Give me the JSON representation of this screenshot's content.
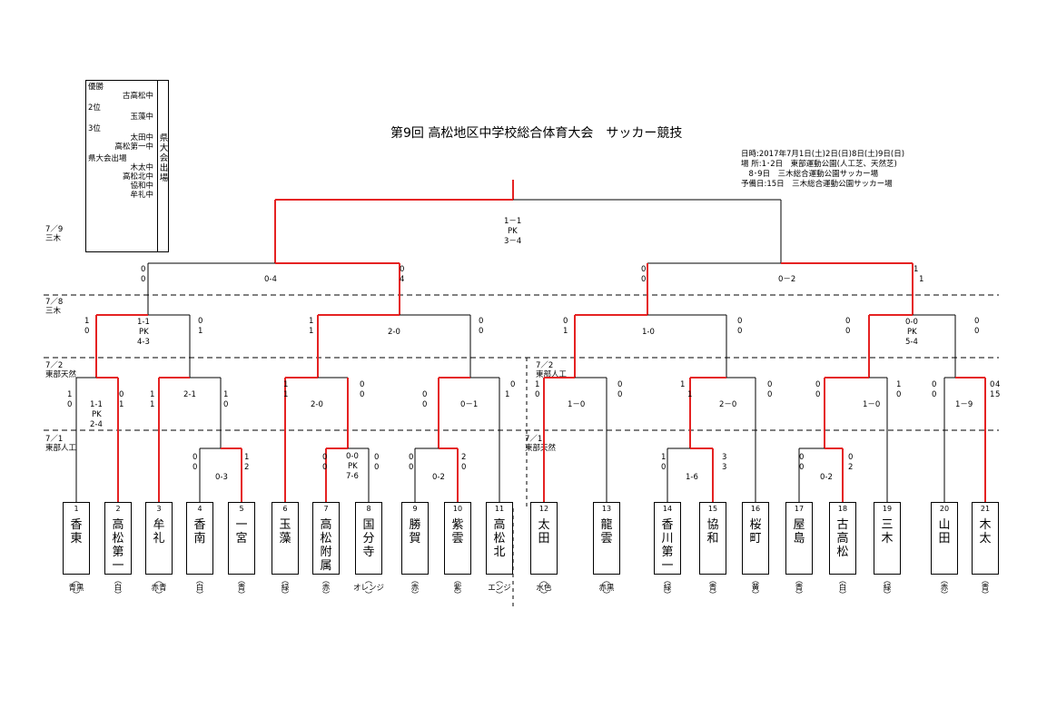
{
  "title": "第9回 高松地区中学校総合体育大会　サッカー競技",
  "info": [
    "日時:2017年7月1日(土)2日(日)8日(土)9日(日)",
    "場 所:1･2日　東部運動公園(人工芝、天然芝)",
    "　8･9日　三木総合運動公園サッカー場",
    "予備日:15日　三木総合運動公園サッカー場"
  ],
  "legend": {
    "items": [
      {
        "t": "h",
        "text": "優勝"
      },
      {
        "t": "i",
        "text": "古高松中"
      },
      {
        "t": "h",
        "text": "2位"
      },
      {
        "t": "i",
        "text": "玉藻中"
      },
      {
        "t": "h",
        "text": "3位"
      },
      {
        "t": "i",
        "text": "太田中"
      },
      {
        "t": "i",
        "text": "高松第一中"
      },
      {
        "t": "h",
        "text": "県大会出場"
      },
      {
        "t": "i",
        "text": "木太中"
      },
      {
        "t": "i",
        "text": "高松北中"
      },
      {
        "t": "i",
        "text": "協和中"
      },
      {
        "t": "i",
        "text": "牟礼中"
      }
    ],
    "vertical": "県大会出場"
  },
  "dates": [
    {
      "id": "d1",
      "lines": [
        "7／9",
        "三木"
      ]
    },
    {
      "id": "d2",
      "lines": [
        "7／8",
        "三木"
      ]
    },
    {
      "id": "d3",
      "lines": [
        "7／2",
        "東部天然"
      ]
    },
    {
      "id": "d4",
      "lines": [
        "7／2",
        "東部人工"
      ]
    },
    {
      "id": "d5",
      "lines": [
        "7／1",
        "東部人工"
      ]
    },
    {
      "id": "d6",
      "lines": [
        "7／1",
        "東部天然"
      ]
    }
  ],
  "teams": [
    {
      "num": "1",
      "name": "香東",
      "color": "青黒"
    },
    {
      "num": "2",
      "name": "高松第一",
      "color": "白"
    },
    {
      "num": "3",
      "name": "牟礼",
      "color": "赤青"
    },
    {
      "num": "4",
      "name": "香南",
      "color": "白"
    },
    {
      "num": "5",
      "name": "一宮",
      "color": "青"
    },
    {
      "num": "6",
      "name": "玉藻",
      "color": "緑"
    },
    {
      "num": "7",
      "name": "高松附属",
      "color": "赤"
    },
    {
      "num": "8",
      "name": "国分寺",
      "color": "オレンジ"
    },
    {
      "num": "9",
      "name": "勝賀",
      "color": "赤"
    },
    {
      "num": "10",
      "name": "紫雲",
      "color": "紫"
    },
    {
      "num": "11",
      "name": "高松北",
      "color": "エンジ"
    },
    {
      "num": "12",
      "name": "太田",
      "color": "水色"
    },
    {
      "num": "13",
      "name": "龍雲",
      "color": "赤黒"
    },
    {
      "num": "14",
      "name": "香川第一",
      "color": "緑"
    },
    {
      "num": "15",
      "name": "協和",
      "color": "青"
    },
    {
      "num": "16",
      "name": "桜町",
      "color": "黄"
    },
    {
      "num": "17",
      "name": "屋島",
      "color": "青"
    },
    {
      "num": "18",
      "name": "古高松",
      "color": "白"
    },
    {
      "num": "19",
      "name": "三木",
      "color": "緑"
    },
    {
      "num": "20",
      "name": "山田",
      "color": "赤"
    },
    {
      "num": "21",
      "name": "木太",
      "color": "青"
    }
  ],
  "scores": [
    {
      "id": "f",
      "text": "1－1"
    },
    {
      "id": "fpk",
      "text": "PK"
    },
    {
      "id": "fpks",
      "text": "3－4"
    },
    {
      "id": "s1",
      "text": "0-4"
    },
    {
      "id": "s2",
      "text": "0－2"
    },
    {
      "id": "q1",
      "text": "1-1"
    },
    {
      "id": "q1pk",
      "text": "PK"
    },
    {
      "id": "q1pks",
      "text": "4-3"
    },
    {
      "id": "q2",
      "text": "2-0"
    },
    {
      "id": "q3",
      "text": "1-0"
    },
    {
      "id": "q4",
      "text": "0-0"
    },
    {
      "id": "q4pk",
      "text": "PK"
    },
    {
      "id": "q4pks",
      "text": "5-4"
    },
    {
      "id": "r1",
      "text": "1-1"
    },
    {
      "id": "r1pk",
      "text": "PK"
    },
    {
      "id": "r1pks",
      "text": "2-4"
    },
    {
      "id": "r2",
      "text": "2-1"
    },
    {
      "id": "r3",
      "text": "2-0"
    },
    {
      "id": "r4",
      "text": "0－1"
    },
    {
      "id": "r5",
      "text": "1－0"
    },
    {
      "id": "r6",
      "text": "2－0"
    },
    {
      "id": "r7",
      "text": "1－0"
    },
    {
      "id": "r8",
      "text": "1－9"
    },
    {
      "id": "p1",
      "text": "0-3"
    },
    {
      "id": "p2",
      "text": "0-0"
    },
    {
      "id": "p2pk",
      "text": "PK"
    },
    {
      "id": "p2pks",
      "text": "7-6"
    },
    {
      "id": "p3",
      "text": "0-2"
    },
    {
      "id": "p4",
      "text": "1-6"
    },
    {
      "id": "p5",
      "text": "0-2"
    }
  ],
  "halves": [
    "0",
    "0",
    "0",
    "4",
    "0",
    "0",
    "1",
    "1",
    "1",
    "0",
    "0",
    "1",
    "1",
    "1",
    "0",
    "0",
    "0",
    "1",
    "0",
    "0",
    "0",
    "0",
    "0",
    "0",
    "1",
    "0",
    "0",
    "1",
    "1",
    "1",
    "1",
    "0",
    "1",
    "1",
    "0",
    "0",
    "0",
    "0",
    "0",
    "1",
    "1",
    "0",
    "0",
    "0",
    "1",
    "1",
    "0",
    "0",
    "0",
    "0",
    "1",
    "0",
    "0",
    "0",
    "0",
    "1",
    "4",
    "5",
    "0",
    "0",
    "1",
    "2",
    "0",
    "0",
    "0",
    "0",
    "0",
    "0",
    "2",
    "0",
    "1",
    "0",
    "3",
    "3",
    "0",
    "0",
    "0",
    "2"
  ]
}
